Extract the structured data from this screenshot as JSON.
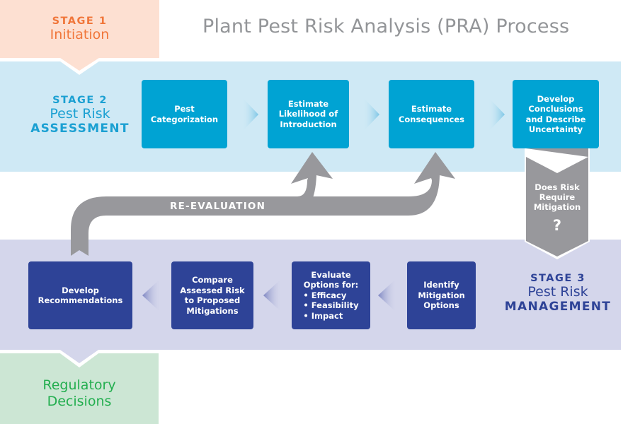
{
  "title": "Plant Pest Risk Analysis (PRA) Process",
  "colors": {
    "stage1_bg": "#fde0d2",
    "stage1_text": "#f0763a",
    "stage2_bg": "#cfe9f5",
    "stage2_text": "#1ba0d2",
    "stage2_box": "#00a3d3",
    "stage3_bg": "#d4d6eb",
    "stage3_text": "#2e4397",
    "stage3_box": "#2e4397",
    "final_bg": "#cce6d4",
    "final_text": "#23ae4f",
    "arrow_gray": "#98989c",
    "title_gray": "#939598"
  },
  "stage1": {
    "number": "STAGE 1",
    "name": "Initiation"
  },
  "stage2": {
    "number": "STAGE 2",
    "name": "Pest Risk",
    "bold": "ASSESSMENT",
    "steps": [
      {
        "lines": [
          "Pest",
          "Categorization"
        ]
      },
      {
        "lines": [
          "Estimate",
          "Likelihood of",
          "Introduction"
        ]
      },
      {
        "lines": [
          "Estimate",
          "Consequences"
        ]
      },
      {
        "lines": [
          "Develop",
          "Conclusions",
          "and Describe",
          "Uncertainty"
        ]
      }
    ]
  },
  "decision": {
    "lines": [
      "Does Risk",
      "Require",
      "Mitigation"
    ],
    "symbol": "?"
  },
  "reevaluation": {
    "label": "RE-EVALUATION"
  },
  "stage3": {
    "number": "STAGE 3",
    "name": "Pest Risk",
    "bold": "MANAGEMENT",
    "steps": [
      {
        "lines": [
          "Identify",
          "Mitigation",
          "Options"
        ]
      },
      {
        "lines": [
          "Evaluate",
          "Options for:",
          "• Efficacy",
          "• Feasibility",
          "• Impact"
        ]
      },
      {
        "lines": [
          "Compare",
          "Assessed Risk",
          "to Proposed",
          "Mitigations"
        ]
      },
      {
        "lines": [
          "Develop",
          "Recommendations"
        ]
      }
    ]
  },
  "final": {
    "lines": [
      "Regulatory",
      "Decisions"
    ]
  }
}
